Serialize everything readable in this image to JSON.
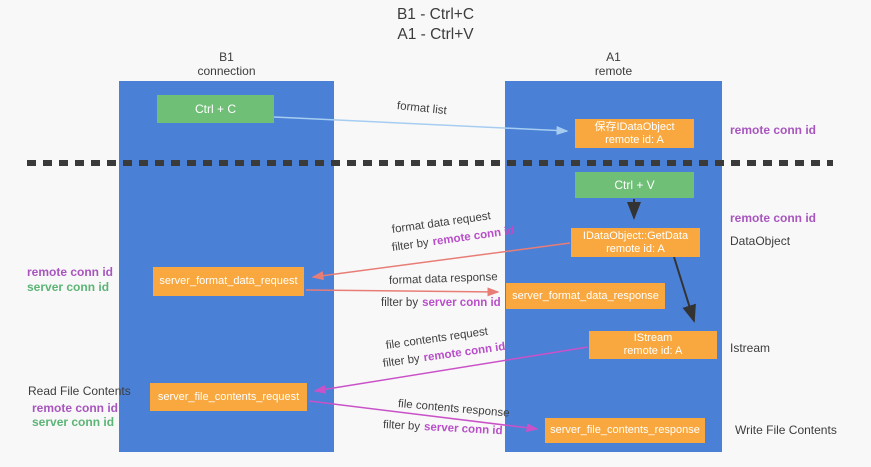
{
  "title": {
    "line1": "B1 - Ctrl+C",
    "line2": "A1 - Ctrl+V"
  },
  "lanes": {
    "left": {
      "name": "B1",
      "role": "connection"
    },
    "right": {
      "name": "A1",
      "role": "remote"
    }
  },
  "nodes": {
    "ctrl_c": "Ctrl + C",
    "ctrl_v": "Ctrl + V",
    "saved_dataobject": {
      "line1": "保存IDataObject",
      "line2": "remote id: A"
    },
    "getdata": {
      "line1": "IDataObject::GetData",
      "line2": "remote id: A"
    },
    "istream": {
      "line1": "IStream",
      "line2": "remote id: A"
    },
    "format_request": "server_format_data_request",
    "format_response": "server_format_data_response",
    "file_request": "server_file_contents_request",
    "file_response": "server_file_contents_response"
  },
  "edges": {
    "format_list": "format list",
    "format_data_request": "format data request",
    "format_data_response": "format data response",
    "file_contents_request": "file contents request",
    "file_contents_response": "file contents response",
    "filter_by": "filter by",
    "remote_conn_id": "remote conn id",
    "server_conn_id": "server conn id"
  },
  "side": {
    "remote_conn_id": "remote conn id",
    "server_conn_id": "server conn id",
    "dataobject": "DataObject",
    "istream": "Istream",
    "read_file_contents": "Read File Contents",
    "write_file_contents": "Write File Contents"
  },
  "colors": {
    "lane_blue": "#4a80d6",
    "node_green": "#6fbf77",
    "node_orange": "#f8a83e",
    "arrow_red": "#e87d76",
    "arrow_magenta": "#ca52c8",
    "arrow_light_blue": "#a6cdf1",
    "arrow_black": "#333333",
    "label_purple": "#a855be",
    "label_green": "#5cb476",
    "edge_highlight": "#b84fc8",
    "dashed_divider": "#3a3a3a"
  }
}
